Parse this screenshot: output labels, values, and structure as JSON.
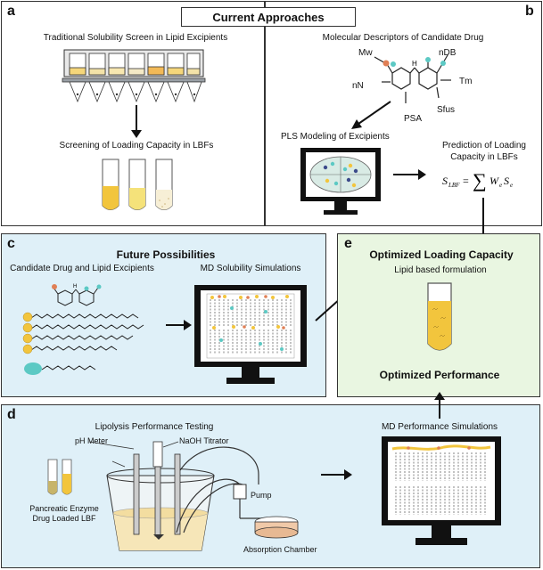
{
  "header": {
    "title": "Current Approaches"
  },
  "panels": {
    "a": {
      "letter": "a",
      "screen_label": "Traditional Solubility Screen in Lipid Excipients",
      "screening_label": "Screening of Loading Capacity in LBFs"
    },
    "b": {
      "letter": "b",
      "descriptors_label": "Molecular Descriptors of Candidate Drug",
      "descriptors": {
        "mw": "Mw",
        "ndb": "nDB",
        "nn": "nN",
        "tm": "Tm",
        "psa": "PSA",
        "sfus": "Sfus"
      },
      "pls_label": "PLS Modeling of Excipients",
      "prediction_label_1": "Prediction of Loading",
      "prediction_label_2": "Capacity in LBFs",
      "equation": "S_LBF = Σ W_e S_e"
    },
    "c": {
      "letter": "c",
      "title": "Future Possibilities",
      "candidate_label": "Candidate Drug and Lipid Excipients",
      "md_label": "MD Solubility Simulations"
    },
    "d": {
      "letter": "d",
      "lipolysis_label": "Lipolysis Performance Testing",
      "ph_meter": "pH Meter",
      "naoh": "NaOH Titrator",
      "pump": "Pump",
      "absorption": "Absorption Chamber",
      "enzyme": "Pancreatic Enzyme",
      "drug_lbf": "Drug Loaded LBF",
      "md_perf_label": "MD Performance Simulations"
    },
    "e": {
      "letter": "e",
      "title": "Optimized Loading Capacity",
      "lipid_label": "Lipid based formulation",
      "performance": "Optimized Performance"
    }
  },
  "colors": {
    "panel_blue": "#dff0f8",
    "panel_green": "#e9f6e1",
    "gold": "#f2c53d",
    "teal": "#5cc9c4",
    "orange": "#e07f55"
  }
}
